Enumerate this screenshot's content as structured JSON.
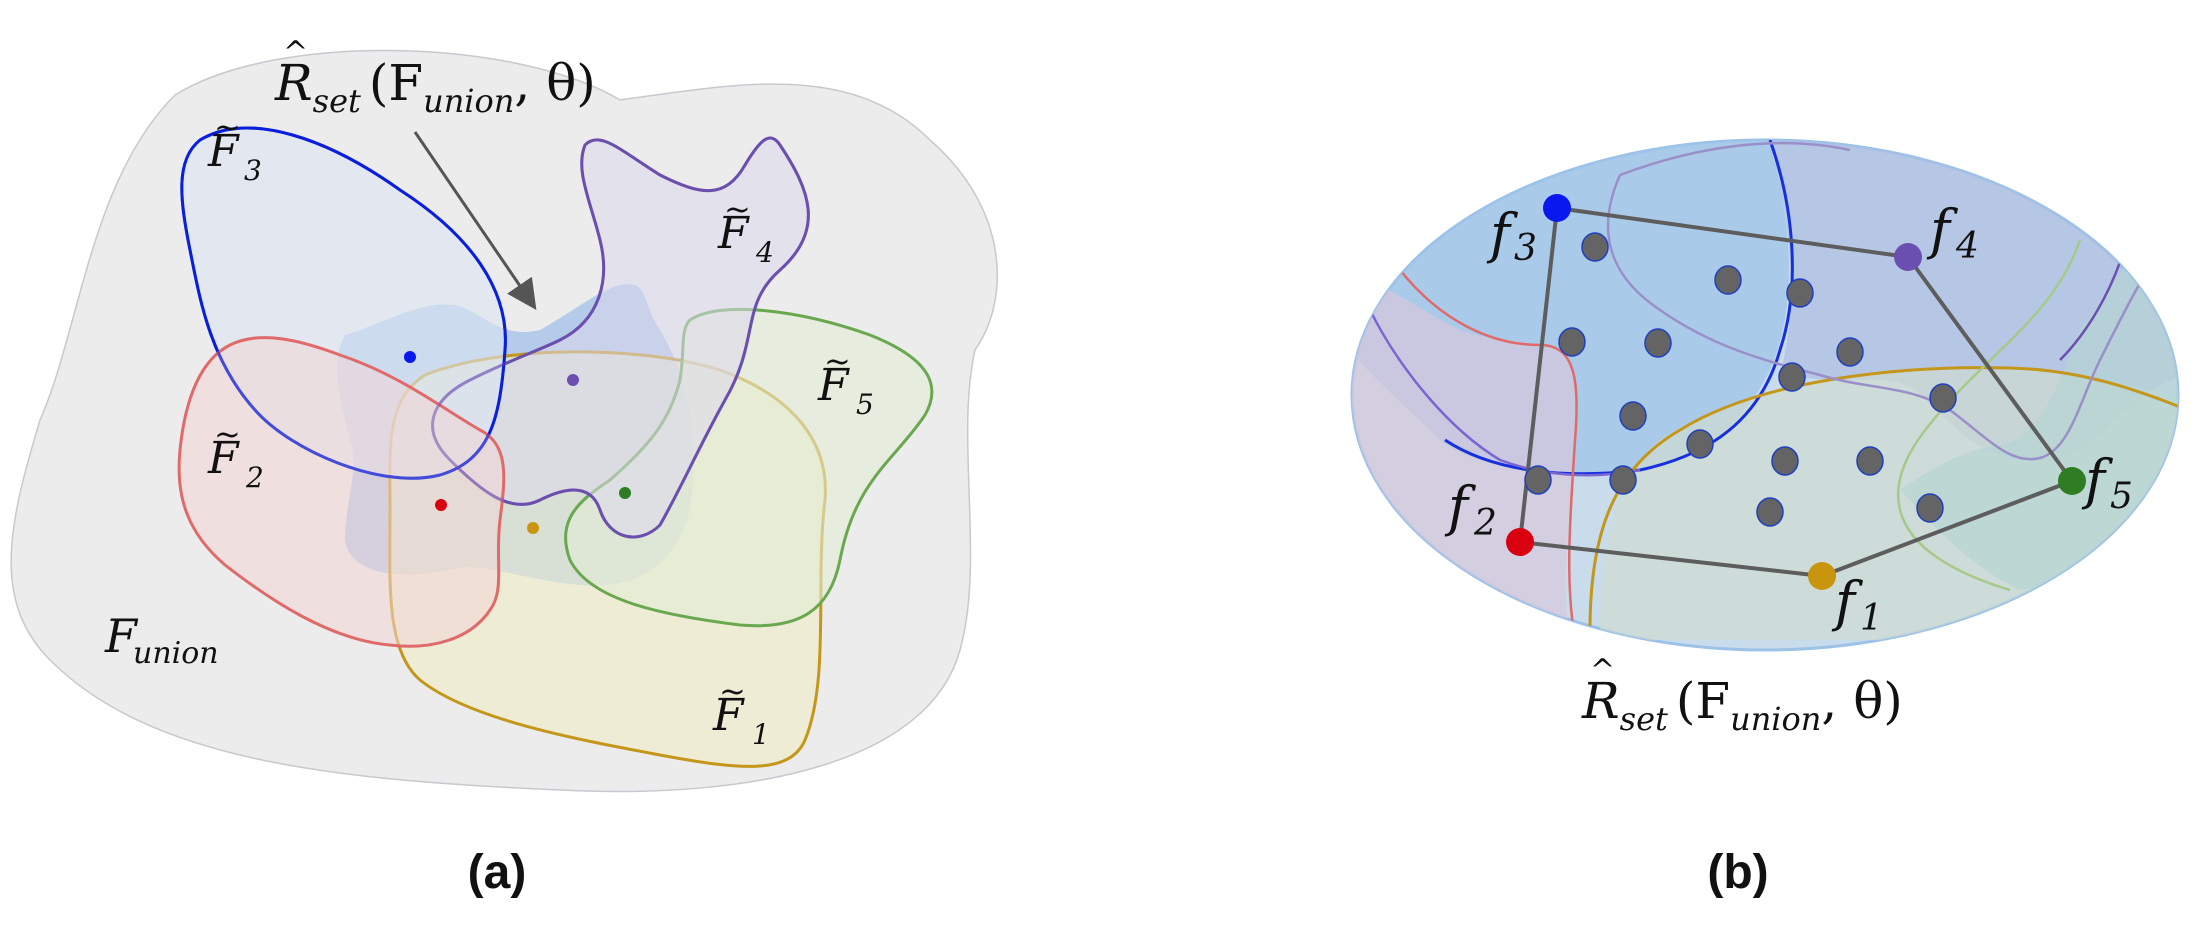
{
  "panel_a": {
    "caption": "(a)",
    "union_label": {
      "main": "F",
      "sub": "union"
    },
    "annotation": {
      "hat": "R",
      "sub": "set",
      "tail": "(F",
      "tail_sub": "union",
      "end": ", θ)"
    },
    "sets": [
      {
        "main": "F",
        "sub": "1",
        "color": "#c4961a"
      },
      {
        "main": "F",
        "sub": "2",
        "color": "#e06a6a"
      },
      {
        "main": "F",
        "sub": "3",
        "color": "#0a1fdc"
      },
      {
        "main": "F",
        "sub": "4",
        "color": "#6b4fb0"
      },
      {
        "main": "F",
        "sub": "5",
        "color": "#5fa044"
      }
    ]
  },
  "panel_b": {
    "caption": "(b)",
    "nodes": [
      {
        "main": "f",
        "sub": "1",
        "color": "#c9950f"
      },
      {
        "main": "f",
        "sub": "2",
        "color": "#d9000f"
      },
      {
        "main": "f",
        "sub": "3",
        "color": "#0a18f0"
      },
      {
        "main": "f",
        "sub": "4",
        "color": "#6b4fb0"
      },
      {
        "main": "f",
        "sub": "5",
        "color": "#2e7d22"
      }
    ],
    "annotation": {
      "hat": "R",
      "sub": "set",
      "tail": "(F",
      "tail_sub": "union",
      "end": ", θ)"
    }
  }
}
